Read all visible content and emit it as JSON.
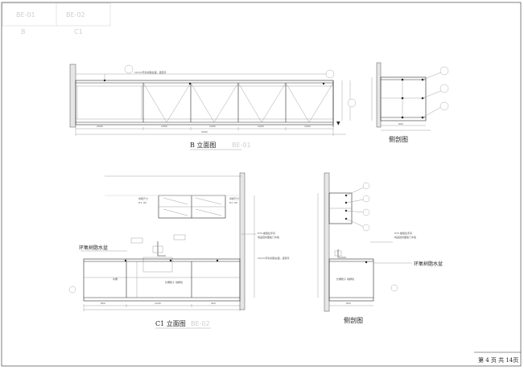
{
  "title_block": {
    "tag_left": "BE-01",
    "tag_right": "BE-02",
    "letter_left": "B",
    "letter_right": "C1"
  },
  "views": {
    "b_elevation": {
      "title": "B 立面图",
      "ref": "BE-01"
    },
    "b_section": {
      "title": "侧剖图"
    },
    "c1_elevation": {
      "title": "C1 立面图",
      "ref": "BE-02"
    },
    "c1_section": {
      "title": "侧剖图"
    }
  },
  "callouts": {
    "sink_left": "环氧树脂水盆",
    "sink_right": "环氧树脂水盆"
  },
  "footer": {
    "page_info": "第 4 页  共 14页"
  },
  "colors": {
    "line": "#2b2b2b",
    "thin": "#8a8a8a",
    "ghost": "#cfcfcf"
  }
}
